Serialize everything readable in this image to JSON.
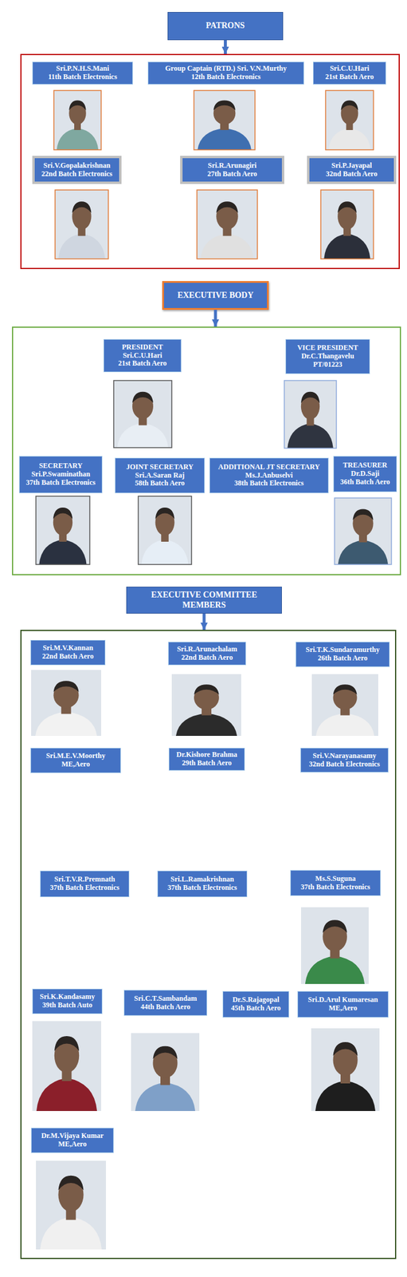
{
  "diagram": {
    "nodes": [
      {
        "text": [
          "PATRONS"
        ]
      },
      {
        "text": []
      },
      {
        "text": [
          "Sri.P.N.H.S.Mani",
          "11th Batch Electronics"
        ],
        "in": 1
      },
      {
        "text": [
          "Group Captain (RTD.) Sri. V.N.Murthy",
          "12th Batch Electronics"
        ],
        "in": 1
      },
      {
        "text": [
          "Sri.C.U.Hari",
          "21st Batch Aero"
        ],
        "in": 1
      },
      {
        "text": [
          "Sri.V.Gopalakrishnan",
          "22nd Batch Electronics"
        ],
        "in": 1
      },
      {
        "text": [
          "Sri.R.Arunagiri",
          "27th Batch Aero"
        ],
        "in": 1
      },
      {
        "text": [
          "Sri.P.Jayapal",
          "32nd Batch Aero"
        ],
        "in": 1
      },
      {
        "text": [
          "EXECUTIVE BODY"
        ]
      },
      {
        "text": []
      },
      {
        "text": [
          "PRESIDENT",
          "Sri.C.U.Hari",
          "21st Batch Aero"
        ],
        "in": 9
      },
      {
        "text": [
          "VICE PRESIDENT",
          "Dr.C.Thangavelu",
          "PT/01223"
        ],
        "in": 9
      },
      {
        "text": [
          "SECRETARY",
          "Sri.P.Swaminathan",
          "37th Batch Electronics"
        ],
        "in": 9
      },
      {
        "text": [
          "JOINT SECRETARY",
          "Sri.A.Saran Raj",
          "58th Batch Aero"
        ],
        "in": 9
      },
      {
        "text": [
          "ADDITIONAL JT SECRETARY",
          "Ms.J.Anbuselvi",
          "38th Batch Electronics"
        ],
        "in": 9
      },
      {
        "text": [
          "TREASURER",
          "Dr.D.Saji",
          "36th Batch Aero"
        ],
        "in": 9
      },
      {
        "text": [
          "EXECUTIVE COMMITTEE MEMBERS"
        ]
      },
      {
        "text": []
      },
      {
        "text": [
          "Sri.M.V.Kannan",
          "22nd Batch Aero"
        ],
        "in": 17
      },
      {
        "text": [
          "Sri.R.Arunachalam",
          "22nd Batch Aero"
        ],
        "in": 17
      },
      {
        "text": [
          "Sri.T.K.Sundaramurthy",
          "26th Batch Aero"
        ],
        "in": 17
      },
      {
        "text": [
          "Sri.M.E.V.Moorthy",
          "ME,Aero"
        ],
        "in": 17
      },
      {
        "text": [
          "Dr.Kishore Brahma",
          "29th Batch Aero"
        ],
        "in": 17
      },
      {
        "text": [
          "Sri.V.Narayanasamy",
          "32nd Batch Electronics"
        ],
        "in": 17
      },
      {
        "text": [
          "Sri.T.V.R.Premnath",
          "37th Batch Electronics"
        ],
        "in": 17
      },
      {
        "text": [
          "Sri.L.Ramakrishnan",
          "37th Batch Electronics"
        ],
        "in": 17
      },
      {
        "text": [
          "Ms.S.Suguna",
          "37th Batch Electronics"
        ],
        "in": 17
      },
      {
        "text": [
          "Sri.K.Kandasamy",
          "39th Batch Auto"
        ],
        "in": 17
      },
      {
        "text": [
          "Sri.C.T.Sambandam",
          "44th Batch Aero"
        ],
        "in": 17
      },
      {
        "text": [
          "Dr.S.Rajagopal",
          "45th Batch Aero"
        ],
        "in": 17
      },
      {
        "text": [
          "Sri.D.Arul Kumaresan",
          "ME,Aero"
        ],
        "in": 17
      },
      {
        "text": [
          "Dr.M.Vijaya Kumar",
          "ME,Aero"
        ],
        "in": 17
      }
    ],
    "edges": [
      {
        "from": 0,
        "to": 1,
        "arrow": "to"
      },
      {
        "from": 8,
        "to": 9,
        "arrow": "to"
      },
      {
        "from": 16,
        "to": 17,
        "arrow": "to"
      }
    ]
  }
}
